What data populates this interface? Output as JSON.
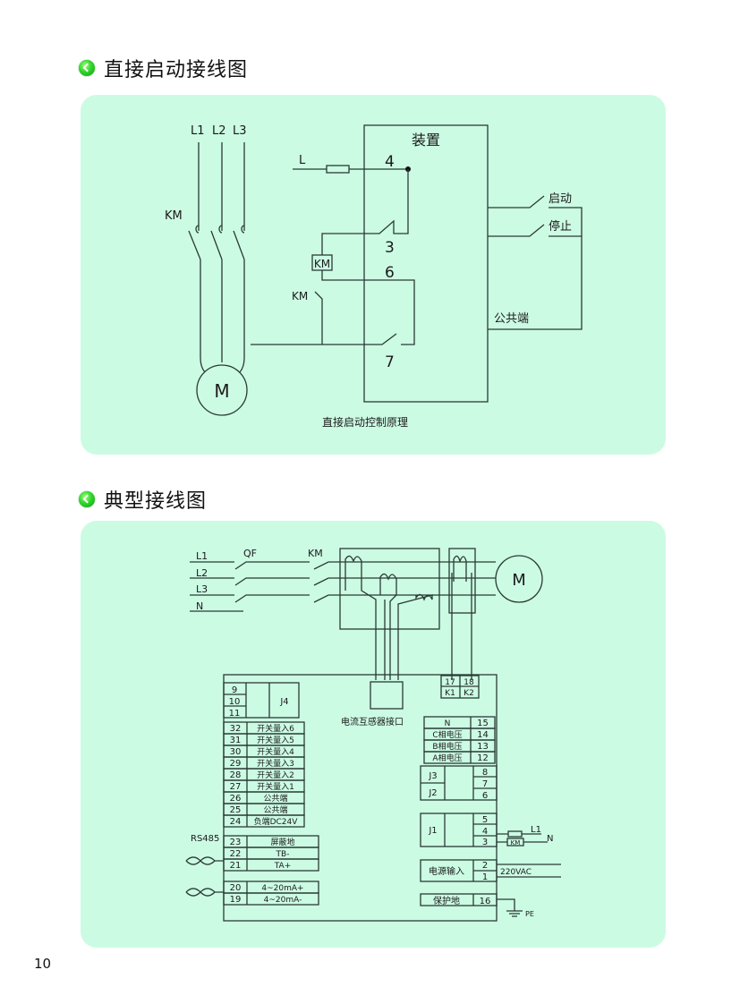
{
  "sections": [
    {
      "title": "直接启动接线图",
      "icon": "chevron-bullet-icon"
    },
    {
      "title": "典型接线图",
      "icon": "chevron-bullet-icon"
    }
  ],
  "colors": {
    "panel_bg": "#ccfbe4",
    "line": "#2a3a33",
    "bullet": "#2fd62a"
  },
  "diagram1": {
    "phases": [
      "L1",
      "L2",
      "L3"
    ],
    "km_label": "KM",
    "l_label": "L",
    "device_title": "装置",
    "terminals": [
      "4",
      "3",
      "6",
      "7"
    ],
    "coil_label": "KM",
    "aux_km_label": "KM",
    "motor": "M",
    "start": "启动",
    "stop": "停止",
    "common": "公共端",
    "caption": "直接启动控制原理"
  },
  "diagram2": {
    "inputs": [
      "L1",
      "L2",
      "L3",
      "N"
    ],
    "qf": "QF",
    "km": "KM",
    "motor": "M",
    "ct_interface": "电流互感器接口",
    "k_terminals": [
      {
        "num": "17",
        "label": "K1"
      },
      {
        "num": "18",
        "label": "K2"
      }
    ],
    "j4": {
      "label": "J4",
      "pins": [
        "9",
        "10",
        "11"
      ]
    },
    "left_terms": [
      {
        "num": "32",
        "label": "开关量入6"
      },
      {
        "num": "31",
        "label": "开关量入5"
      },
      {
        "num": "30",
        "label": "开关量入4"
      },
      {
        "num": "29",
        "label": "开关量入3"
      },
      {
        "num": "28",
        "label": "开关量入2"
      },
      {
        "num": "27",
        "label": "开关量入1"
      },
      {
        "num": "26",
        "label": "公共端"
      },
      {
        "num": "25",
        "label": "公共端"
      },
      {
        "num": "24",
        "label": "负端DC24V"
      }
    ],
    "rs485": {
      "label": "RS485",
      "terms": [
        {
          "num": "23",
          "label": "屏蔽地"
        },
        {
          "num": "22",
          "label": "TB-"
        },
        {
          "num": "21",
          "label": "TA+"
        }
      ]
    },
    "analog_terms": [
      {
        "num": "20",
        "label": "4~20mA+"
      },
      {
        "num": "19",
        "label": "4~20mA-"
      }
    ],
    "voltage_terms": [
      {
        "num": "15",
        "label": "N"
      },
      {
        "num": "14",
        "label": "C相电压"
      },
      {
        "num": "13",
        "label": "B相电压"
      },
      {
        "num": "12",
        "label": "A相电压"
      }
    ],
    "j3j2": {
      "j3": "J3",
      "j2": "J2",
      "pins": [
        "8",
        "7",
        "6"
      ]
    },
    "j1": {
      "label": "J1",
      "pins": [
        "5",
        "4",
        "3"
      ],
      "l1": "L1",
      "n": "N",
      "km": "KM"
    },
    "power": {
      "label": "电源输入",
      "pins": [
        "2",
        "1"
      ],
      "voltage": "220VAC"
    },
    "ground": {
      "label": "保护地",
      "pin": "16",
      "pe": "PE"
    }
  },
  "page_number": "10"
}
